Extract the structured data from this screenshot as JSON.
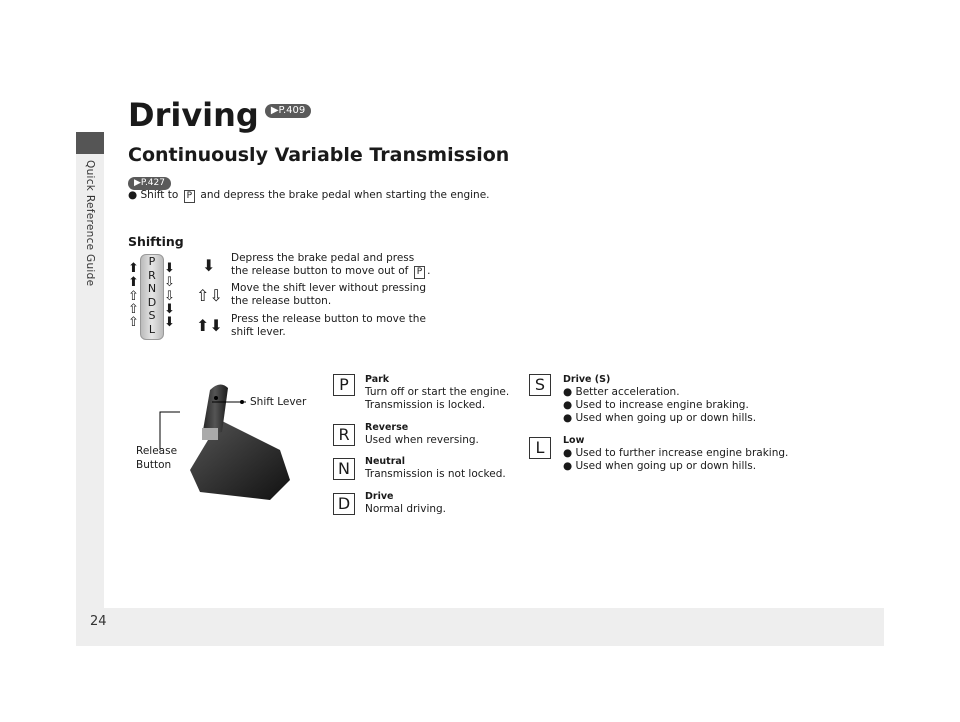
{
  "sidebar": {
    "label": "Quick Reference Guide"
  },
  "page_number": "24",
  "title": {
    "text": "Driving",
    "ref": "P.409"
  },
  "section": {
    "title": "Continuously Variable Transmission",
    "ref": "P.427"
  },
  "intro": {
    "bullet": "●",
    "pre": "Shift to ",
    "pbox": "P",
    "post": " and depress the brake pedal when starting the engine."
  },
  "shifting": {
    "title": "Shifting",
    "gears": [
      "P",
      "R",
      "N",
      "D",
      "S",
      "L"
    ],
    "legend": [
      {
        "text1": "Depress the brake pedal and press the release button to move out of ",
        "pbox": "P",
        "text2": "."
      },
      {
        "text1": "Move the shift lever without pressing the release button."
      },
      {
        "text1": "Press the release button to move the shift lever."
      }
    ]
  },
  "callouts": {
    "shift_lever": "Shift Lever",
    "release_button": "Release Button"
  },
  "gear_info": [
    {
      "letter": "P",
      "name": "Park",
      "lines": [
        "Turn off or start the engine.",
        "Transmission is locked."
      ]
    },
    {
      "letter": "R",
      "name": "Reverse",
      "lines": [
        "Used when reversing."
      ]
    },
    {
      "letter": "N",
      "name": "Neutral",
      "lines": [
        "Transmission is not locked."
      ]
    },
    {
      "letter": "D",
      "name": "Drive",
      "lines": [
        "Normal driving."
      ]
    },
    {
      "letter": "S",
      "name": "Drive (S)",
      "lines": [
        "● Better acceleration.",
        "● Used to increase engine braking.",
        "● Used when going up or down hills."
      ]
    },
    {
      "letter": "L",
      "name": "Low",
      "lines": [
        "● Used to further increase engine braking.",
        "● Used when going up or down hills."
      ]
    }
  ],
  "icons": {
    "solid_down": "down-arrow-solid-icon",
    "hollow_up_down": "up-down-arrow-hollow-icon",
    "solid_up_down": "up-down-arrow-solid-icon"
  },
  "colors": {
    "badge": "#5a5a5a",
    "panel": "#eeeeee",
    "sidebar": "#555555"
  }
}
